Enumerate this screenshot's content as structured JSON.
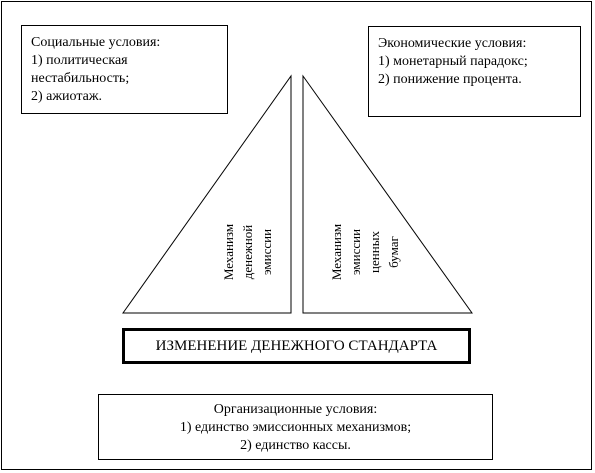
{
  "social": {
    "title": "Социальные условия:",
    "items": [
      "1) политическая",
      "нестабильность;",
      "2) ажиотаж."
    ]
  },
  "economic": {
    "title": "Экономические условия:",
    "items": [
      "1) монетарный парадокс;",
      "2) понижение процента."
    ]
  },
  "left_triangle": {
    "label_lines": [
      "Механизм",
      "денежной",
      "эмиссии"
    ]
  },
  "right_triangle": {
    "label_lines": [
      "Механизм",
      "эмиссии",
      "ценных",
      "бумаг"
    ]
  },
  "center": {
    "title": "ИЗМЕНЕНИЕ ДЕНЕЖНОГО СТАНДАРТА"
  },
  "organizational": {
    "title": "Организационные условия:",
    "items": [
      "1) единство эмиссионных механизмов;",
      "2) единство кассы."
    ]
  },
  "style": {
    "stroke": "#000000",
    "background": "#ffffff"
  }
}
